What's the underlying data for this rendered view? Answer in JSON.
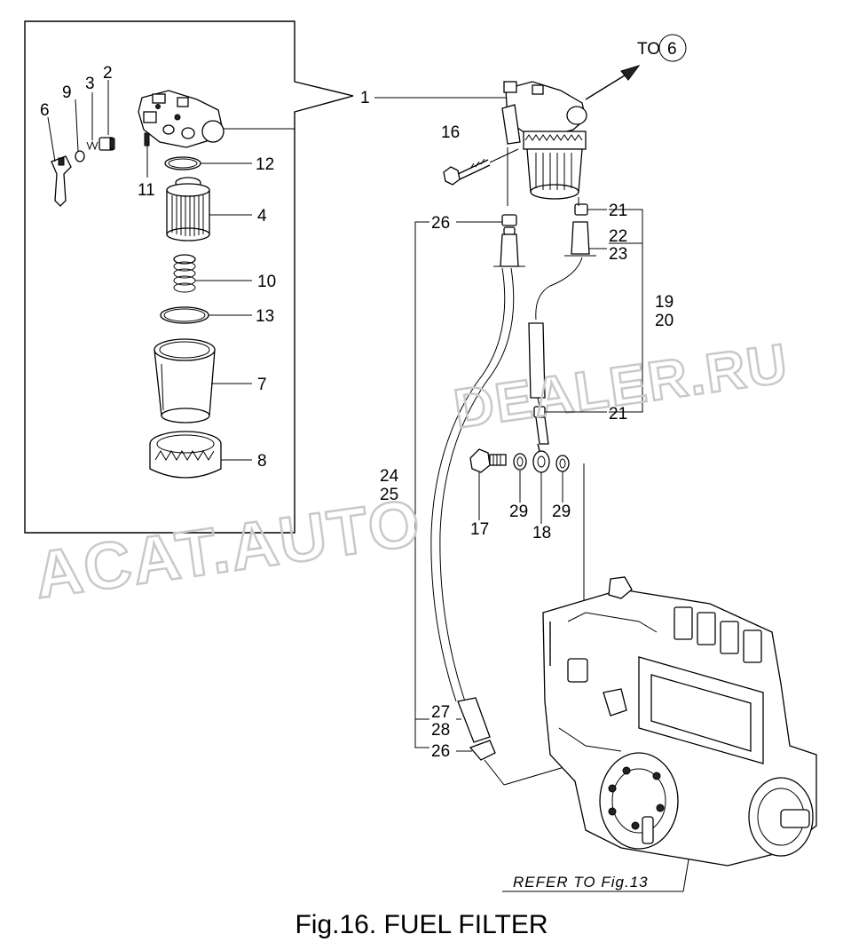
{
  "figure": {
    "caption": "Fig.16.  FUEL FILTER",
    "to_label": "TO",
    "to_target": "6",
    "refer_note": "REFER TO Fig.13"
  },
  "callouts": [
    "1",
    "2",
    "3",
    "4",
    "6",
    "7",
    "8",
    "9",
    "10",
    "11",
    "12",
    "13",
    "16",
    "17",
    "18",
    "19",
    "20",
    "21",
    "22",
    "23",
    "24",
    "25",
    "26",
    "27",
    "28",
    "29"
  ],
  "watermark": {
    "line1": "ACAT.AUTO",
    "line2": "DEALER.RU"
  }
}
